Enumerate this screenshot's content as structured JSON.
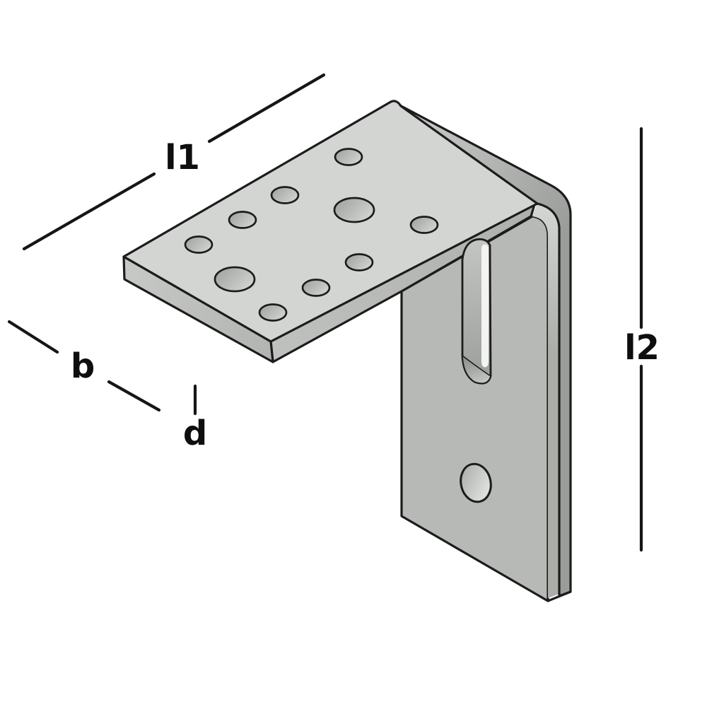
{
  "diagram": {
    "kind": "technical-illustration",
    "subject": "angle-bracket",
    "dimension_labels": {
      "l1": "l1",
      "l2": "l2",
      "b": "b",
      "d": "d"
    }
  },
  "colors": {
    "background": "#ffffff",
    "outline": "#1c1c1c",
    "dimension_line": "#161616",
    "label_text": "#0e0e0e",
    "top_face": "#d3d5d2",
    "front_face": "#b7b9b6",
    "edge_band_front": "#b8bab7",
    "side_face_dark": "#9b9d9a",
    "cross_section_light": "#c9cbc8",
    "slot_fill": "#a8aaa7",
    "slot_highlight": "#f3f4f1"
  }
}
